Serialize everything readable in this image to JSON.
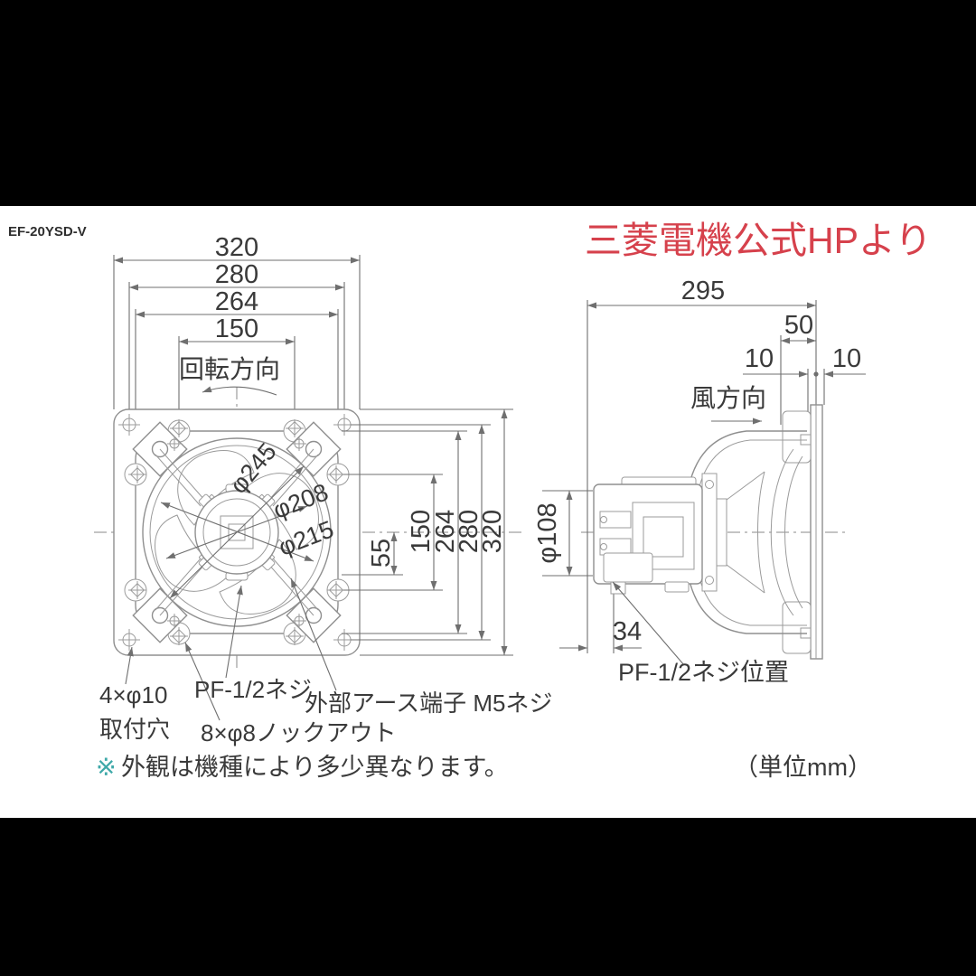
{
  "header": {
    "model": "EF-20YSD-V",
    "source_note": "三菱電機公式HPより"
  },
  "front_view": {
    "rotation_label": "回転方向",
    "dims_top": [
      "320",
      "280",
      "264",
      "150"
    ],
    "dims_right": [
      "55",
      "150",
      "264",
      "280",
      "320"
    ],
    "diameters": [
      "φ245",
      "φ208",
      "φ215"
    ],
    "callouts": {
      "mounting_hole_line1": "4×φ10",
      "mounting_hole_line2": "取付穴",
      "pf_screw": "PF-1/2ネジ",
      "earth_terminal": "外部アース端子 M5ネジ",
      "knockout": "8×φ8ノックアウト"
    }
  },
  "side_view": {
    "wind_label": "風方向",
    "overall_depth": "295",
    "flange_depth": "50",
    "gap_left": "10",
    "gap_right": "10",
    "motor_diameter": "φ108",
    "pf_offset": "34",
    "pf_position_label": "PF-1/2ネジ位置"
  },
  "footer": {
    "note_mark": "※",
    "appearance_note": "外観は機種により多少異なります。",
    "unit_note": "（単位mm）"
  },
  "colors": {
    "accent_red": "#d6414c",
    "note_teal": "#3fa9a9",
    "paper": "#ffffff",
    "letterbox": "#000000",
    "line_gray": "#8f8f8f"
  }
}
